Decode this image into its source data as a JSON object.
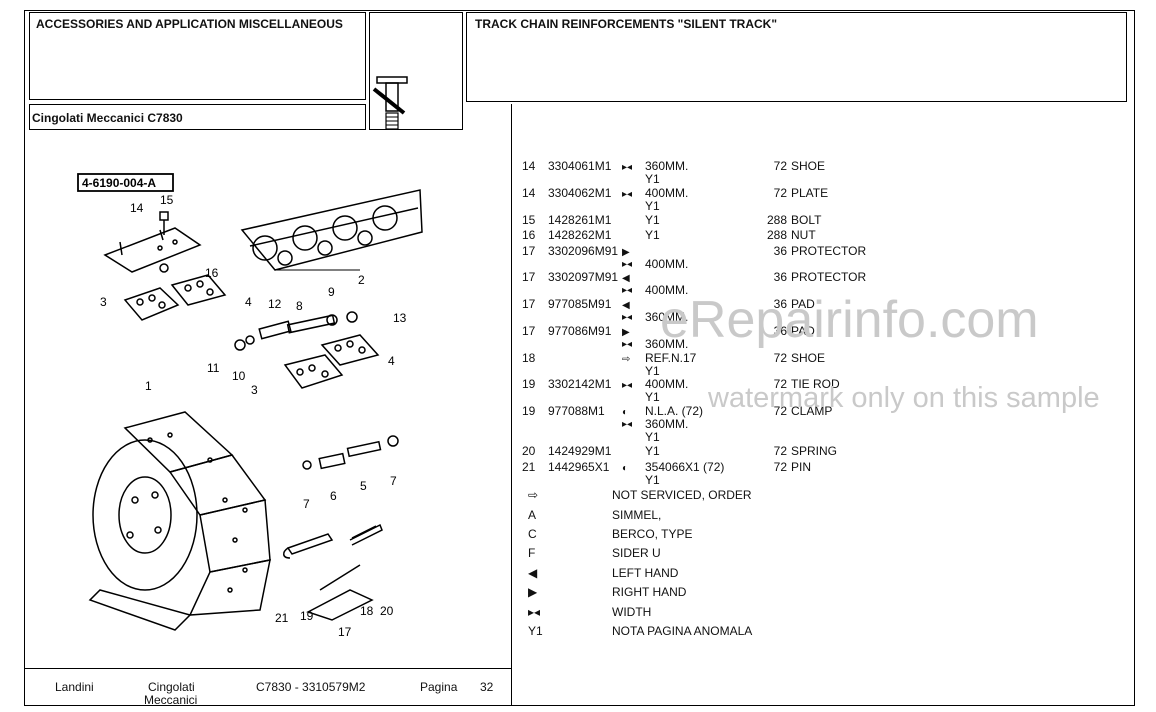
{
  "header": {
    "section_title": "ACCESSORIES AND APPLICATION MISCELLANEOUS",
    "model_label": "Cingolati Meccanici C7830",
    "group_title": "TRACK CHAIN REINFORCEMENTS \"SILENT TRACK\""
  },
  "diagram": {
    "figure_code": "4-6190-004-A",
    "callouts": [
      "1",
      "2",
      "3",
      "4",
      "5",
      "6",
      "7",
      "8",
      "9",
      "10",
      "11",
      "12",
      "13",
      "14",
      "15",
      "16",
      "17",
      "18",
      "19",
      "20",
      "21"
    ]
  },
  "parts": [
    {
      "ref": "14",
      "part": "3304061M1",
      "sym": "▸◂",
      "desc1": "360MM.",
      "desc2": "Y1",
      "qty": "72",
      "name": "SHOE"
    },
    {
      "ref": "14",
      "part": "3304062M1",
      "sym": "▸◂",
      "desc1": "400MM.",
      "desc2": "Y1",
      "qty": "72",
      "name": "PLATE"
    },
    {
      "ref": "15",
      "part": "1428261M1",
      "sym": "",
      "desc1": "Y1",
      "desc2": "",
      "qty": "288",
      "name": "BOLT"
    },
    {
      "ref": "16",
      "part": "1428262M1",
      "sym": "",
      "desc1": "Y1",
      "desc2": "",
      "qty": "288",
      "name": "NUT"
    },
    {
      "ref": "17",
      "part": "3302096M91",
      "sym": "▶",
      "desc1": "",
      "desc2": "400MM.",
      "sym2": "▸◂",
      "qty": "36",
      "name": "PROTECTOR"
    },
    {
      "ref": "17",
      "part": "3302097M91",
      "sym": "◀",
      "desc1": "",
      "desc2": "400MM.",
      "sym2": "▸◂",
      "qty": "36",
      "name": "PROTECTOR"
    },
    {
      "ref": "17",
      "part": "977085M91",
      "sym": "◀",
      "desc1": "",
      "desc2": "360MM.",
      "sym2": "▸◂",
      "qty": "36",
      "name": "PAD"
    },
    {
      "ref": "17",
      "part": "977086M91",
      "sym": "▶",
      "desc1": "",
      "desc2": "360MM.",
      "sym2": "▸◂",
      "qty": "36",
      "name": "PAD"
    },
    {
      "ref": "18",
      "part": "",
      "sym": "⇨",
      "desc1": "REF.N.17",
      "desc2": "Y1",
      "qty": "72",
      "name": "SHOE"
    },
    {
      "ref": "19",
      "part": "3302142M1",
      "sym": "▸◂",
      "desc1": "400MM.",
      "desc2": "Y1",
      "qty": "72",
      "name": "TIE ROD"
    },
    {
      "ref": "19",
      "part": "977088M1",
      "sym": "◐",
      "desc1": "N.L.A.  (72)",
      "desc2": "360MM.",
      "sym2": "▸◂",
      "desc3": "Y1",
      "qty": "72",
      "name": "CLAMP"
    },
    {
      "ref": "20",
      "part": "1424929M1",
      "sym": "",
      "desc1": "Y1",
      "desc2": "",
      "qty": "72",
      "name": "SPRING"
    },
    {
      "ref": "21",
      "part": "1442965X1",
      "sym": "◐",
      "desc1": "354066X1  (72)",
      "desc2": "Y1",
      "qty": "72",
      "name": "PIN"
    }
  ],
  "legend": [
    {
      "key": "⇨",
      "text": "NOT SERVICED, ORDER"
    },
    {
      "key": "A",
      "text": "SIMMEL,"
    },
    {
      "key": "C",
      "text": "BERCO, TYPE"
    },
    {
      "key": "F",
      "text": "SIDER U"
    },
    {
      "key": "◀",
      "text": "LEFT HAND"
    },
    {
      "key": "▶",
      "text": "RIGHT HAND"
    },
    {
      "key": "▸◂",
      "text": "WIDTH"
    },
    {
      "key": "Y1",
      "text": "NOTA PAGINA ANOMALA"
    }
  ],
  "footer": {
    "brand": "Landini",
    "category_line1": "Cingolati",
    "category_line2": "Meccanici",
    "model_code": "C7830 - 3310579M2",
    "page_label": "Pagina",
    "page_number": "32"
  },
  "watermark": {
    "site": "eRepairinfo.com",
    "note": "watermark only on this sample"
  }
}
